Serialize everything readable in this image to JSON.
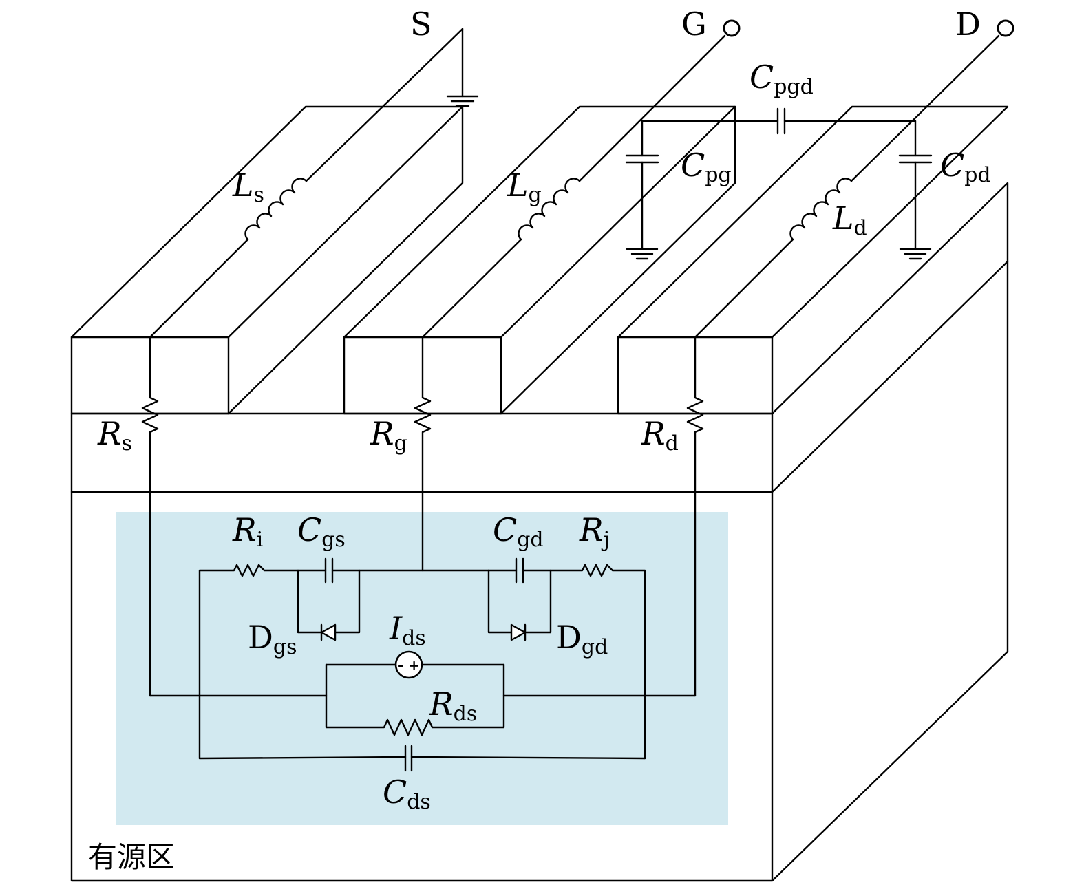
{
  "colors": {
    "active_region": "#d2e9f0",
    "line": "#000000"
  },
  "terminals": {
    "source": "S",
    "gate": "G",
    "drain": "D"
  },
  "labels": {
    "Ls": {
      "main": "L",
      "sub": "s"
    },
    "Lg": {
      "main": "L",
      "sub": "g"
    },
    "Ld": {
      "main": "L",
      "sub": "d"
    },
    "Cpgd": {
      "main": "C",
      "sub": "pgd"
    },
    "Cpg": {
      "main": "C",
      "sub": "pg"
    },
    "Cpd": {
      "main": "C",
      "sub": "pd"
    },
    "Rs": {
      "main": "R",
      "sub": "s"
    },
    "Rg": {
      "main": "R",
      "sub": "g"
    },
    "Rd": {
      "main": "R",
      "sub": "d"
    },
    "Ri": {
      "main": "R",
      "sub": "i"
    },
    "Rj": {
      "main": "R",
      "sub": "j"
    },
    "Cgs": {
      "main": "C",
      "sub": "gs"
    },
    "Cgd": {
      "main": "C",
      "sub": "gd"
    },
    "Dgs": {
      "main": "D",
      "sub": "gs"
    },
    "Dgd": {
      "main": "D",
      "sub": "gd"
    },
    "Ids": {
      "main": "I",
      "sub": "ds"
    },
    "Rds": {
      "main": "R",
      "sub": "ds"
    },
    "Cds": {
      "main": "C",
      "sub": "ds"
    }
  },
  "current_source_symbol": "- +",
  "region_label": "有源区"
}
